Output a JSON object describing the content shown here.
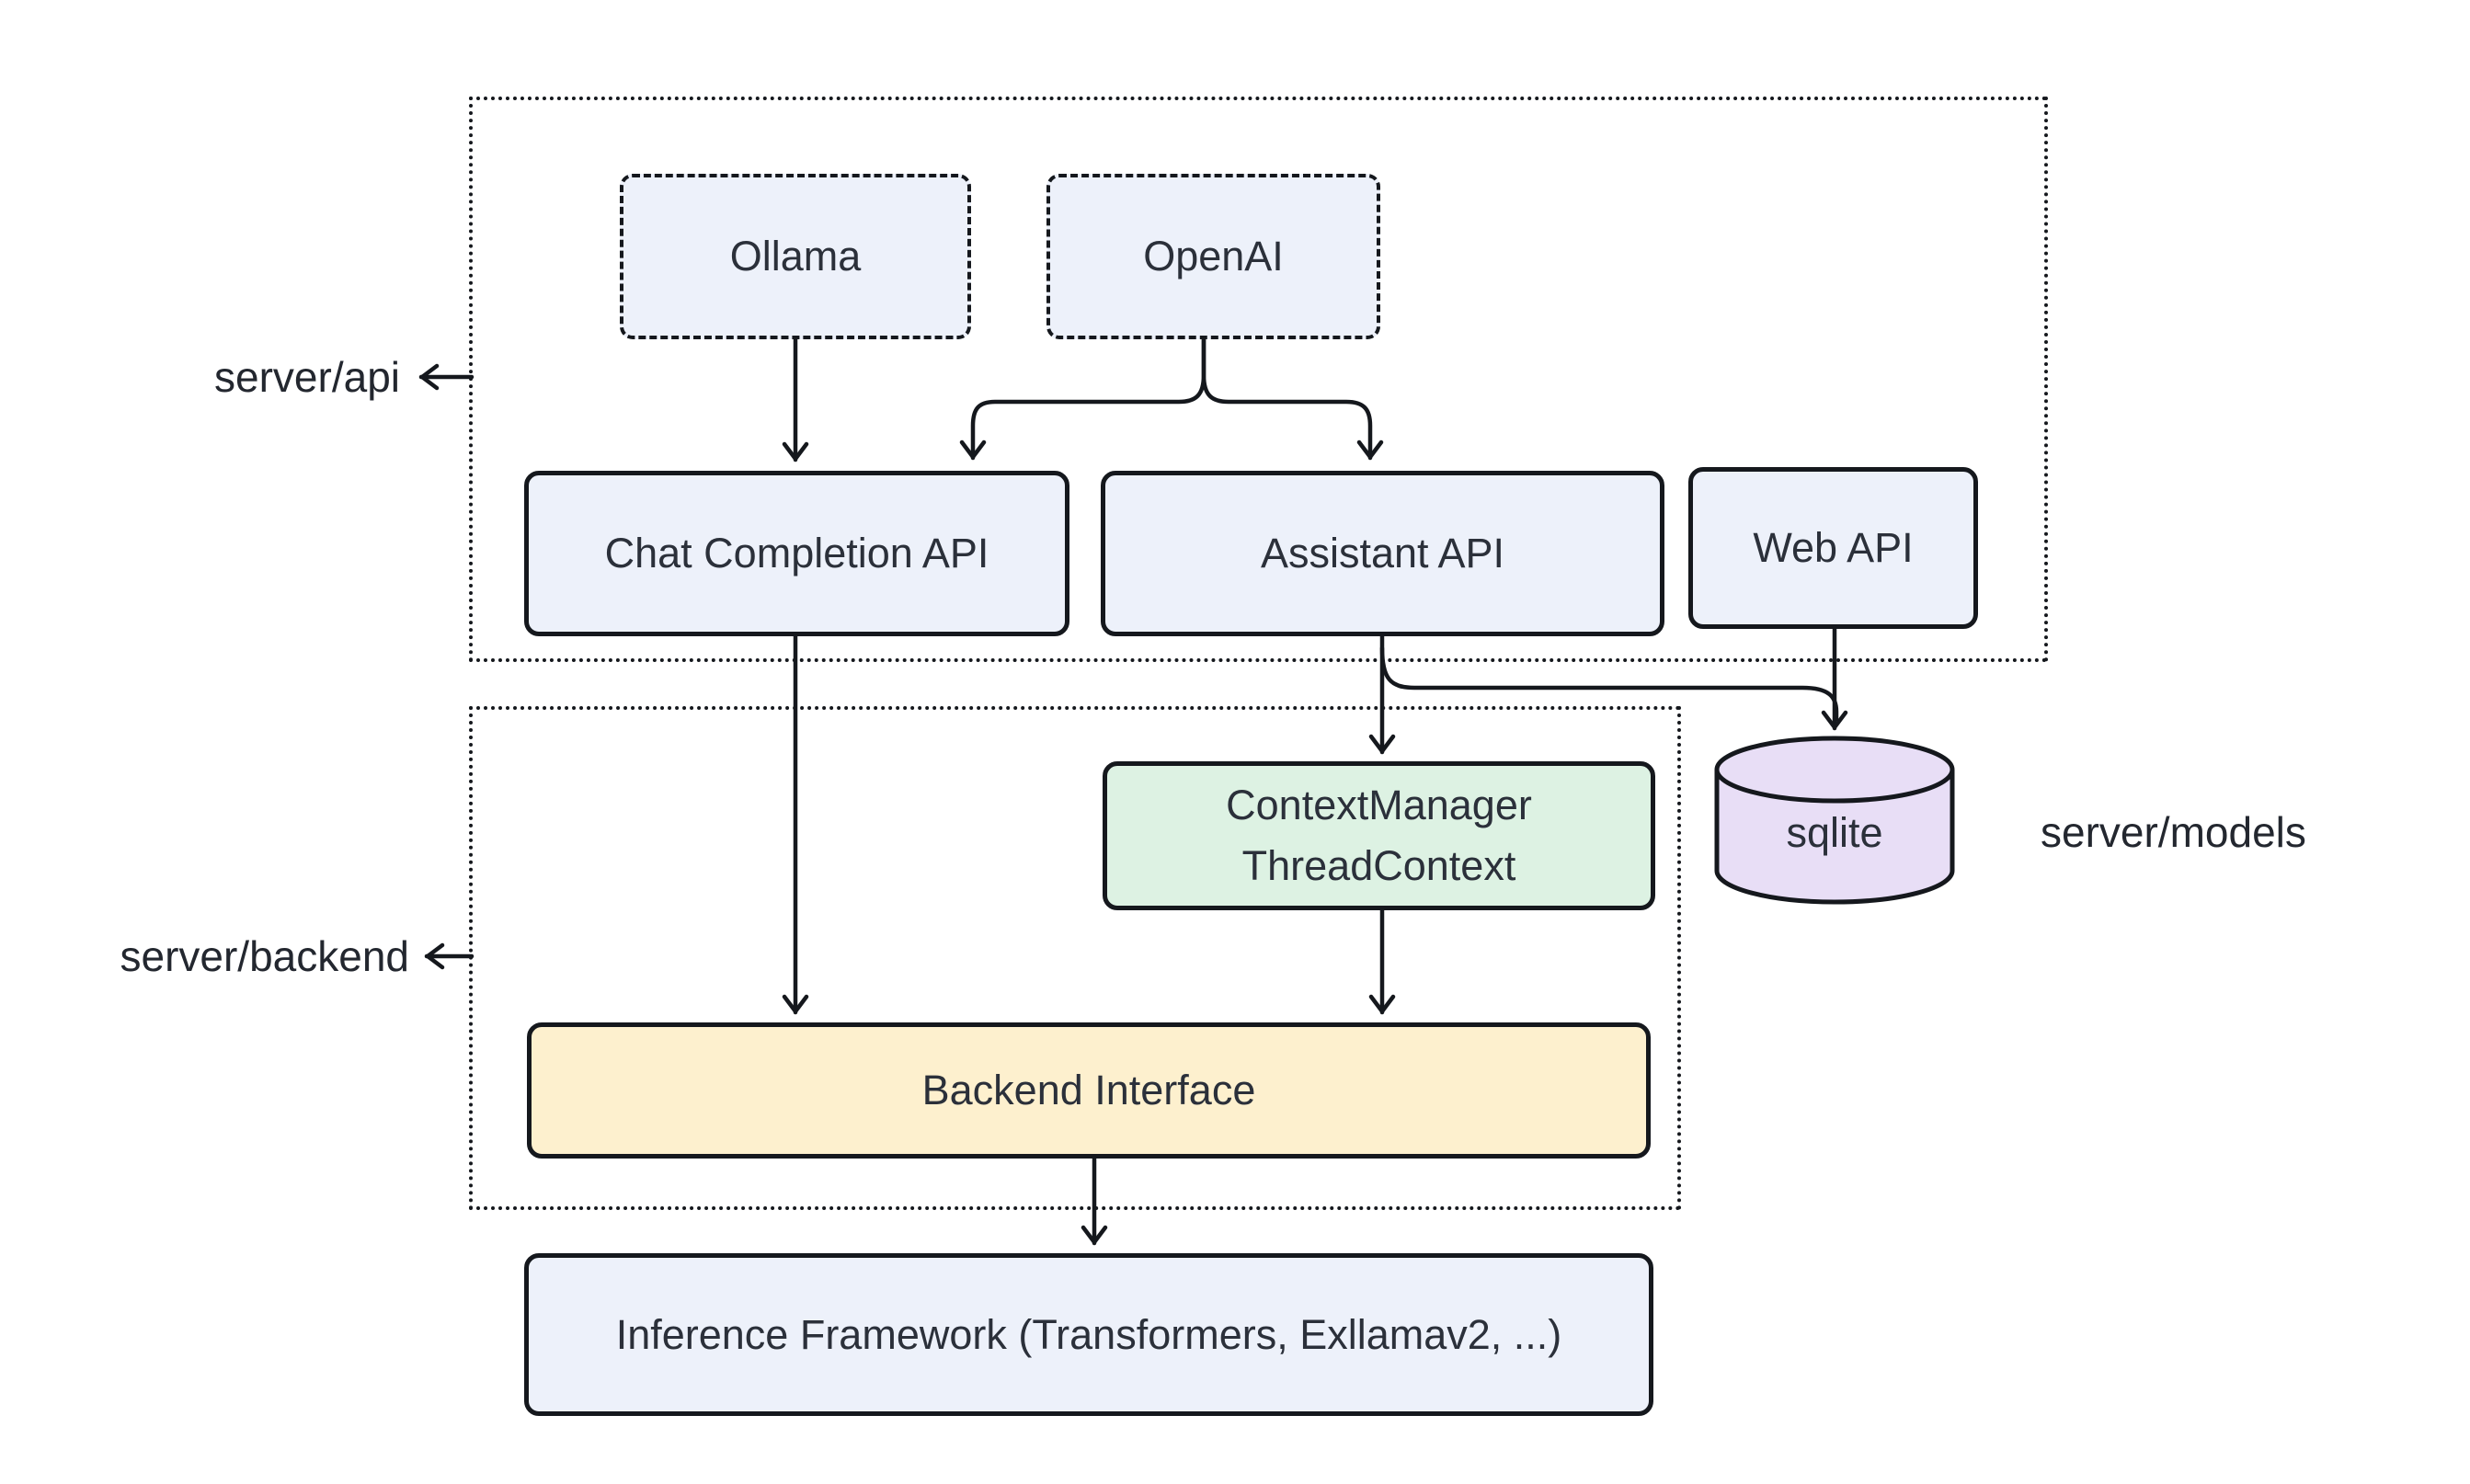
{
  "diagram": {
    "background": "#ffffff",
    "stroke_color": "#15181d",
    "text_color": "#2b303a",
    "groups": {
      "api": {
        "label": "server/api"
      },
      "backend": {
        "label": "server/backend"
      },
      "models": {
        "label": "server/models"
      }
    },
    "nodes": {
      "ollama": {
        "label": "Ollama",
        "fill": "#edf1fa",
        "border": "dashed"
      },
      "openai": {
        "label": "OpenAI",
        "fill": "#edf1fa",
        "border": "dashed"
      },
      "chat_completion_api": {
        "label": "Chat Completion API",
        "fill": "#edf1fa",
        "border": "solid"
      },
      "assistant_api": {
        "label": "Assistant API",
        "fill": "#edf1fa",
        "border": "solid"
      },
      "web_api": {
        "label": "Web API",
        "fill": "#edf1fa",
        "border": "solid"
      },
      "context_manager": {
        "line1": "ContextManager",
        "line2": "ThreadContext",
        "fill": "#ddf2e3",
        "border": "solid"
      },
      "backend_interface": {
        "label": "Backend Interface",
        "fill": "#fdf0ce",
        "border": "solid"
      },
      "inference_framework": {
        "label": "Inference Framework (Transformers, Exllamav2, ...)",
        "fill": "#edf1fa",
        "border": "solid"
      },
      "sqlite": {
        "label": "sqlite",
        "fill": "#e8def6",
        "shape": "cylinder"
      }
    },
    "edges": [
      {
        "from": "ollama",
        "to": "chat_completion_api"
      },
      {
        "from": "openai",
        "to": "chat_completion_api"
      },
      {
        "from": "openai",
        "to": "assistant_api"
      },
      {
        "from": "chat_completion_api",
        "to": "backend_interface"
      },
      {
        "from": "assistant_api",
        "to": "context_manager"
      },
      {
        "from": "assistant_api",
        "to": "sqlite"
      },
      {
        "from": "web_api",
        "to": "sqlite"
      },
      {
        "from": "context_manager",
        "to": "backend_interface"
      },
      {
        "from": "backend_interface",
        "to": "inference_framework"
      }
    ]
  }
}
